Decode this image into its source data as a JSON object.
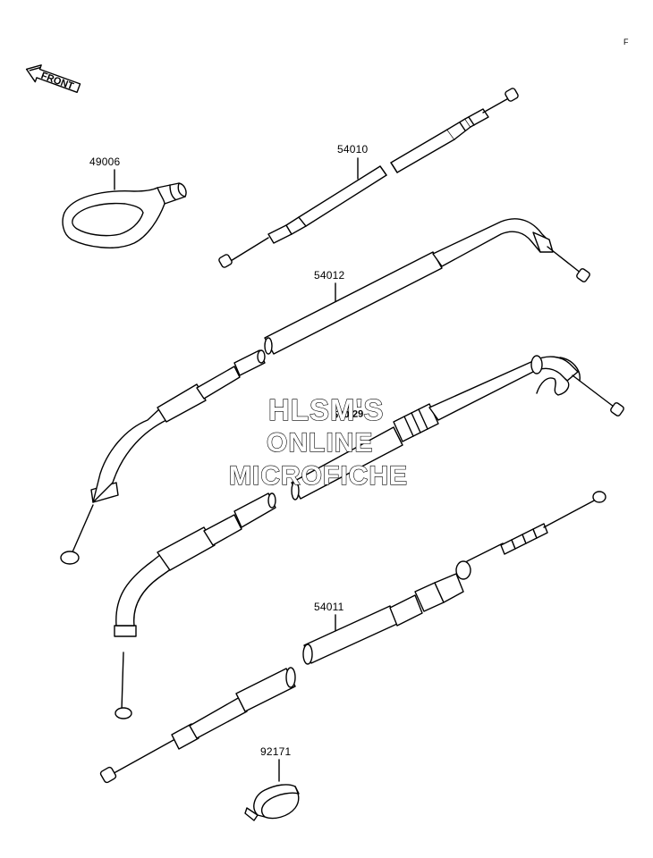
{
  "parts": {
    "front_label": "FRONT",
    "p49006": "49006",
    "p54010": "54010",
    "p54012": "54012",
    "p54011": "54011",
    "p92171": "92171",
    "corner_mark": "F",
    "overlap_label": "590-29"
  },
  "watermark": {
    "line1": "HLSM'S",
    "line2": "ONLINE",
    "line3": "MICROFICHE"
  }
}
